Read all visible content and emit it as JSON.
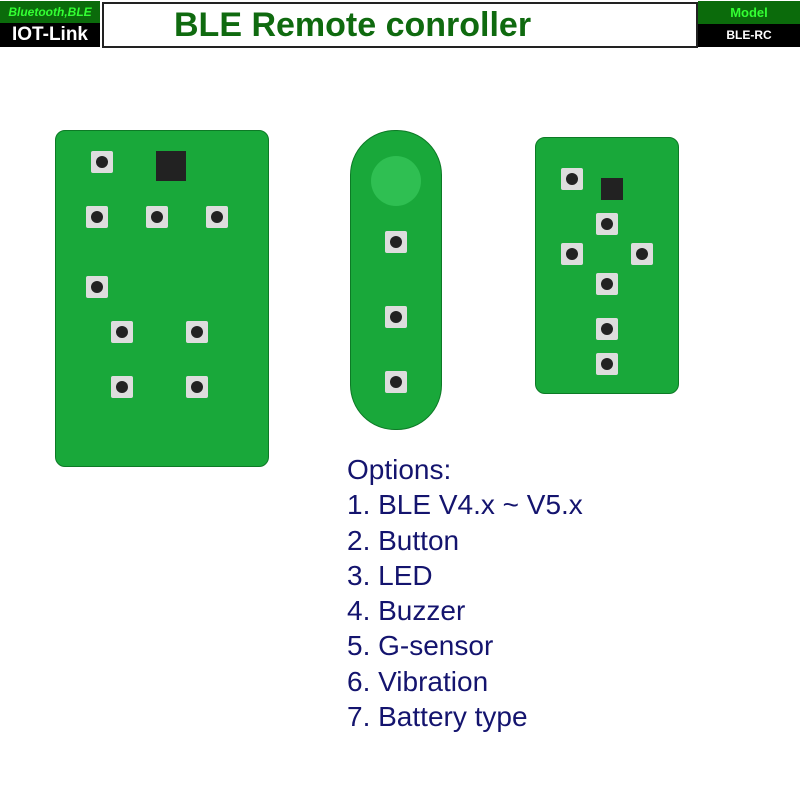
{
  "header": {
    "category": "Bluetooth,BLE",
    "brand": "IOT-Link",
    "title": "BLE Remote conroller",
    "model_label": "Model",
    "model_value": "BLE-RC"
  },
  "options": {
    "heading": "Options:",
    "items": [
      "1. BLE V4.x ~ V5.x",
      "2. Button",
      "3. LED",
      "4. Buzzer",
      "5. G-sensor",
      "6. Vibration",
      "7. Battery type"
    ]
  },
  "colors": {
    "header_green": "#0b6b0b",
    "title_green": "#0f6a0f",
    "pcb_green": "#19a83a",
    "options_text": "#14146e"
  }
}
